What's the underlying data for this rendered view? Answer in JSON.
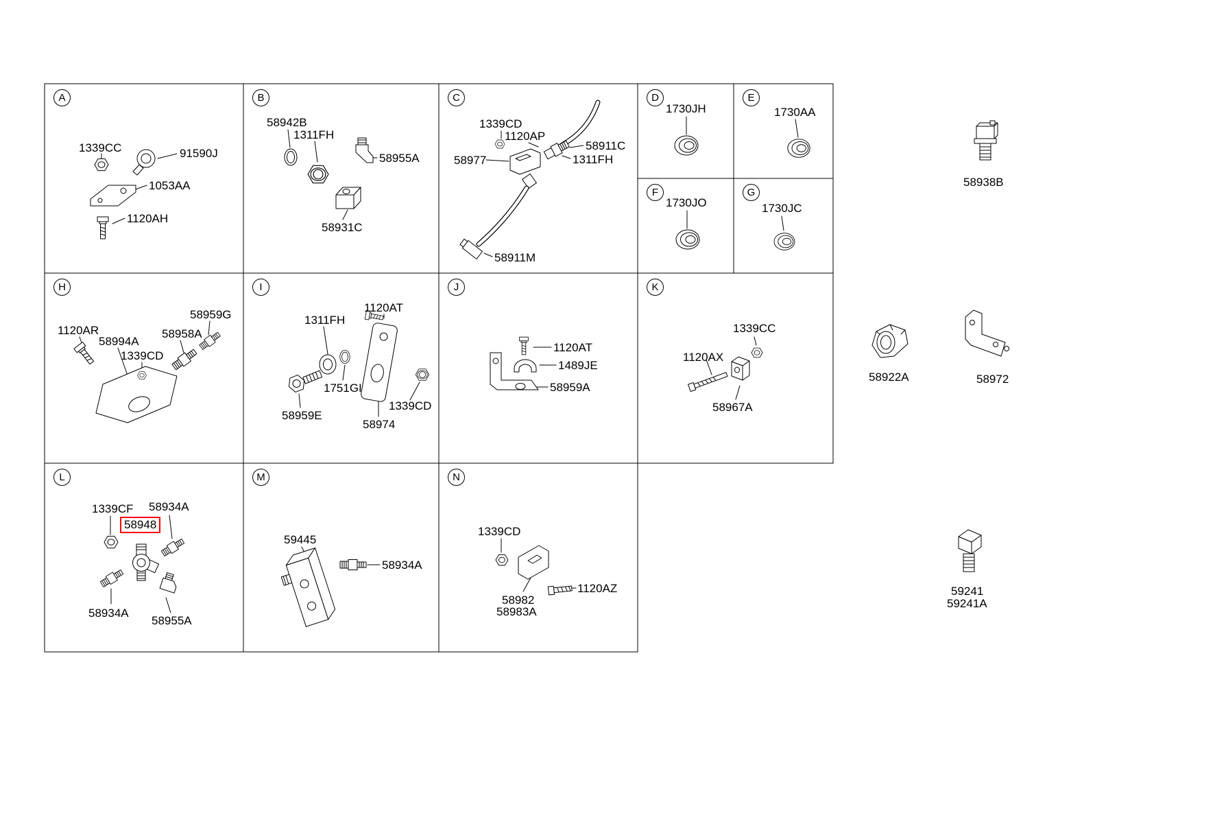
{
  "highlight_color": "#ff0000",
  "selected_part": "58948",
  "cells": [
    {
      "id": "A",
      "labels": [
        "1339CC",
        "91590J",
        "1053AA",
        "1120AH"
      ]
    },
    {
      "id": "B",
      "labels": [
        "58942B",
        "1311FH",
        "58955A",
        "58931C"
      ]
    },
    {
      "id": "C",
      "labels": [
        "1339CD",
        "1120AP",
        "58911C",
        "58977",
        "1311FH",
        "58911M"
      ]
    },
    {
      "id": "D",
      "labels": [
        "1730JH"
      ]
    },
    {
      "id": "E",
      "labels": [
        "1730AA"
      ]
    },
    {
      "id": "F",
      "labels": [
        "1730JO"
      ]
    },
    {
      "id": "G",
      "labels": [
        "1730JC"
      ]
    },
    {
      "id": "H",
      "labels": [
        "58959G",
        "1120AR",
        "58958A",
        "58994A",
        "1339CD"
      ]
    },
    {
      "id": "I",
      "labels": [
        "1120AT",
        "1311FH",
        "1751GI",
        "58959E",
        "58974",
        "1339CD"
      ]
    },
    {
      "id": "J",
      "labels": [
        "1120AT",
        "1489JE",
        "58959A"
      ]
    },
    {
      "id": "K",
      "labels": [
        "1339CC",
        "1120AX",
        "58967A"
      ]
    },
    {
      "id": "L",
      "labels": [
        "1339CF",
        "58934A",
        "58948",
        "58934A",
        "58955A"
      ]
    },
    {
      "id": "M",
      "labels": [
        "59445",
        "58934A"
      ]
    },
    {
      "id": "N",
      "labels": [
        "1339CD",
        "1120AZ",
        "58982",
        "58983A"
      ]
    }
  ],
  "standalone_labels": [
    "58938B",
    "58922A",
    "58972",
    "59241",
    "59241A"
  ]
}
